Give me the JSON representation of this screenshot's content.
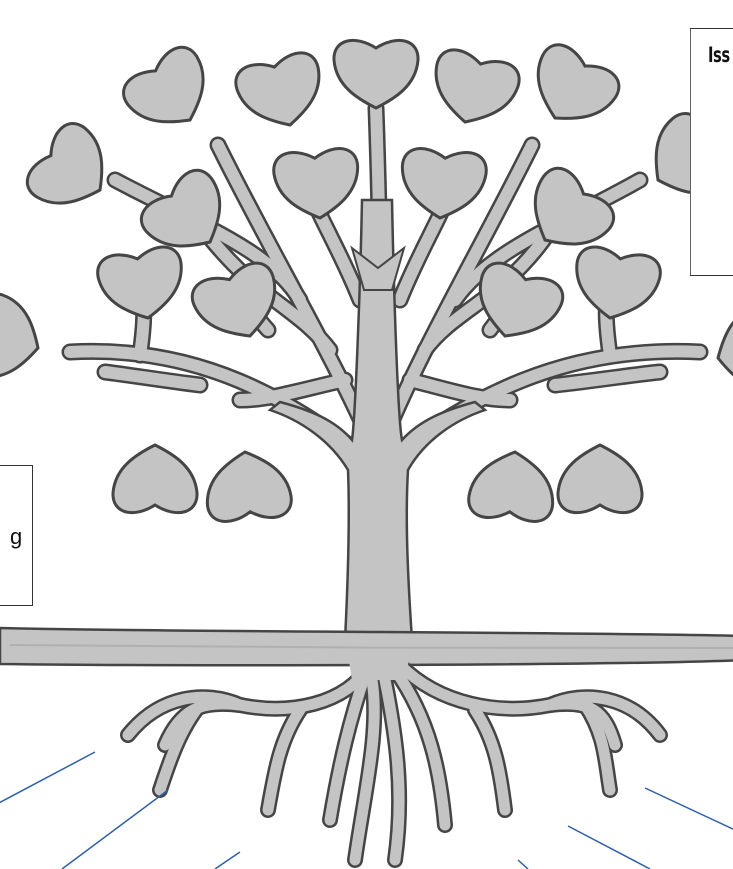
{
  "issue_box": {
    "title": "Iss"
  },
  "left_box": {
    "text_fragment": "g"
  },
  "colors": {
    "leaf_fill": "#c4c4c4",
    "leaf_stroke": "#454545",
    "trunk_fill": "#c4c4c4",
    "ground_fill": "#c4c4c4",
    "connector_line": "#2f5fa8",
    "box_border": "#333333"
  },
  "tree": {
    "leaf_count": 21,
    "root_connector_lines": 6
  }
}
